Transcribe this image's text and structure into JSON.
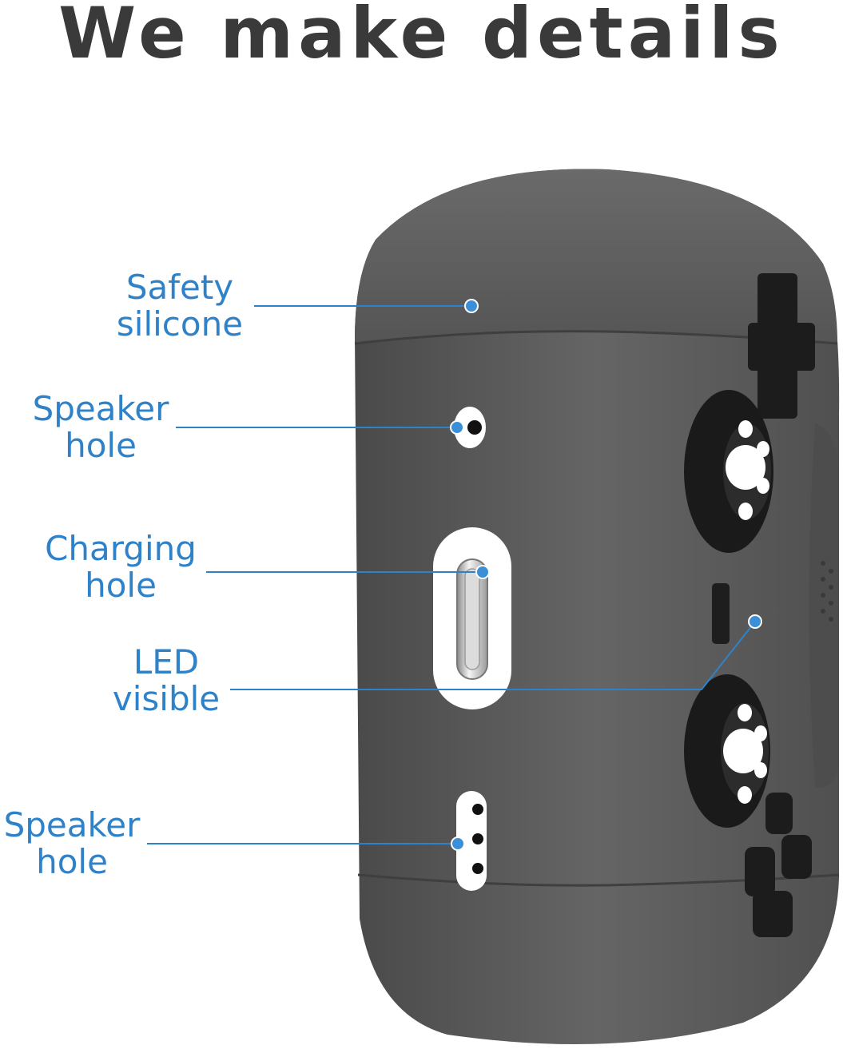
{
  "title": "We make details",
  "annotations": [
    {
      "line1": "Safety",
      "line2": "silicone"
    },
    {
      "line1": "Speaker",
      "line2": "hole"
    },
    {
      "line1": "Charging",
      "line2": "hole"
    },
    {
      "line1": "LED",
      "line2": "visible"
    },
    {
      "line1": "Speaker",
      "line2": "hole"
    }
  ],
  "colors": {
    "title": "#3a3a3a",
    "callout": "#2f82c8",
    "case": "#5b5b5b",
    "case_dark": "#2a2a2a",
    "paw": "#ffffff"
  }
}
